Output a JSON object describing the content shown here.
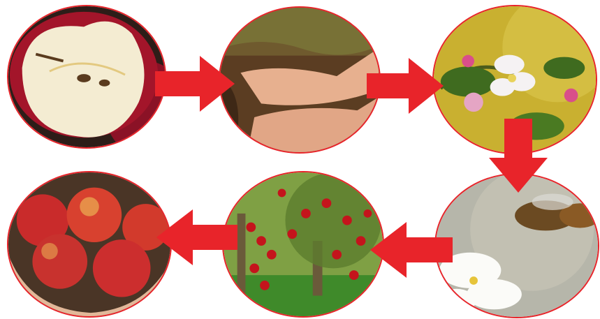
{
  "stages": [
    {
      "id": "seed",
      "icon": "cut-apple-seeds-image"
    },
    {
      "id": "planting",
      "icon": "hands-planting-soil-image"
    },
    {
      "id": "blossom",
      "icon": "apple-blossom-image"
    },
    {
      "id": "pollination",
      "icon": "bee-pollinating-flower-image"
    },
    {
      "id": "tree",
      "icon": "apple-tree-fruit-image"
    },
    {
      "id": "harvest",
      "icon": "harvested-apples-hands-image"
    }
  ],
  "arrow_color": "#e8242a",
  "flow": [
    "seed",
    "planting",
    "blossom",
    "pollination",
    "tree",
    "harvest"
  ]
}
